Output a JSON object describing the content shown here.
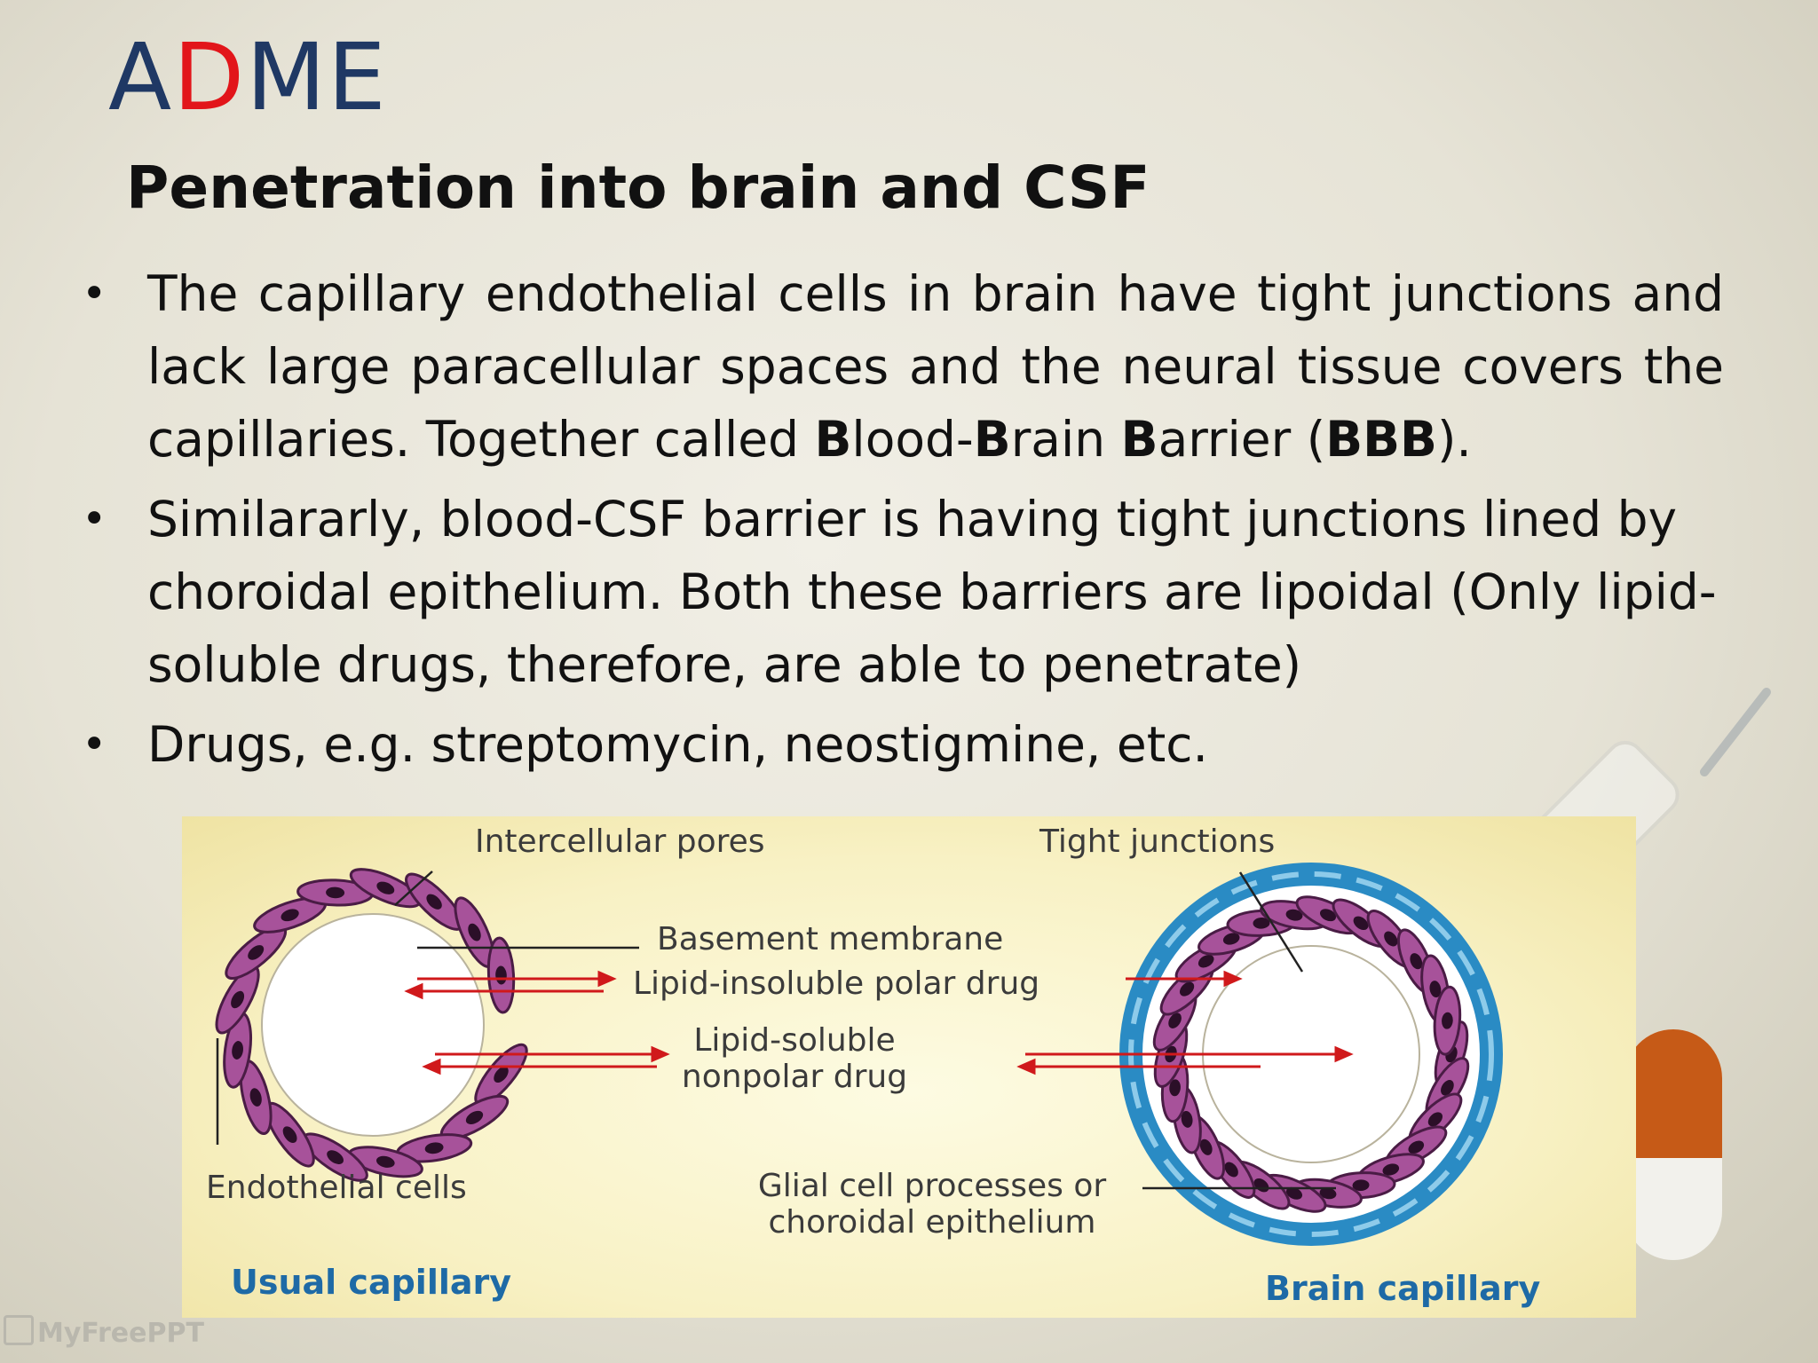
{
  "slide": {
    "title_parts": [
      {
        "text": "A",
        "color": "#1f3864"
      },
      {
        "text": "D",
        "color": "#e2151a"
      },
      {
        "text": "M",
        "color": "#1f3864"
      },
      {
        "text": "E",
        "color": "#1f3864"
      }
    ],
    "subtitle": "Penetration into brain and CSF",
    "bullet_symbol": "•",
    "bullets": [
      {
        "segments": [
          {
            "text": " The capillary endothelial cells in brain have tight junctions and lack large paracellular spaces and the neural tissue covers the capillaries. Together called ",
            "bold": false
          },
          {
            "text": "B",
            "bold": true
          },
          {
            "text": "lood-",
            "bold": false
          },
          {
            "text": "B",
            "bold": true
          },
          {
            "text": "rain ",
            "bold": false
          },
          {
            "text": "B",
            "bold": true
          },
          {
            "text": "arrier (",
            "bold": false
          },
          {
            "text": "BBB",
            "bold": true
          },
          {
            "text": ").",
            "bold": false
          }
        ]
      },
      {
        "segments": [
          {
            "text": " Similararly, blood-CSF barrier is having tight junctions lined by choroidal epithelium. Both these barriers are  lipoidal (Only lipid-soluble drugs, therefore, are able to penetrate)",
            "bold": false
          }
        ]
      },
      {
        "segments": [
          {
            "text": "Drugs, e.g. streptomycin, neostigmine, etc.",
            "bold": false
          }
        ]
      }
    ]
  },
  "figure": {
    "labels": {
      "intercellular_pores": "Intercellular pores",
      "tight_junctions": "Tight junctions",
      "basement_membrane": "Basement membrane",
      "lipid_insoluble": "Lipid-insoluble polar drug",
      "lipid_soluble_1": "Lipid-soluble",
      "lipid_soluble_2": "nonpolar drug",
      "endothelial_cells": "Endothelial cells",
      "glial_1": "Glial cell processes or",
      "glial_2": "choroidal epithelium",
      "usual_capillary": "Usual capillary",
      "brain_capillary": "Brain capillary"
    },
    "colors": {
      "cell_fill": "#a7529a",
      "cell_stroke": "#4a1c45",
      "arrow": "#d0191b",
      "glial": "#2a8bc4",
      "caption": "#1e6aa6"
    }
  },
  "watermark": "MyFreePPT"
}
